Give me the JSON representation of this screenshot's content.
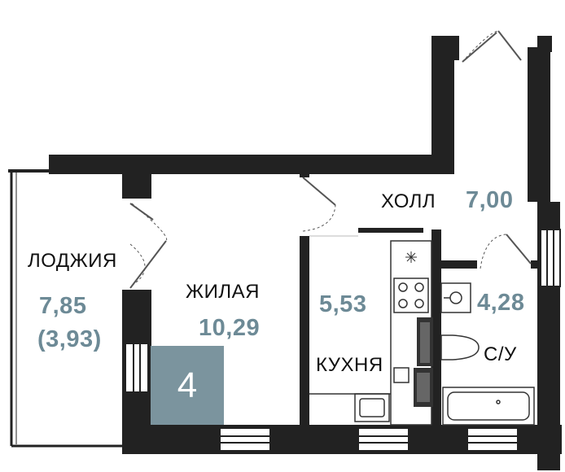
{
  "plan": {
    "rooms": [
      {
        "id": "loggia",
        "name": "ЛОДЖИЯ",
        "area": "7,85",
        "area_reduced": "(3,93)"
      },
      {
        "id": "living",
        "name": "ЖИЛАЯ",
        "area": "10,29"
      },
      {
        "id": "kitchen",
        "name": "КУХНЯ",
        "area": "5,53"
      },
      {
        "id": "hall",
        "name": "ХОЛЛ",
        "area": "7,00"
      },
      {
        "id": "bathroom",
        "name": "С/У",
        "area": "4,28"
      }
    ],
    "unit_number": "4",
    "colors": {
      "wall": "#222222",
      "area_text": "#6d8a96",
      "unit_badge": "#7b949e"
    }
  }
}
